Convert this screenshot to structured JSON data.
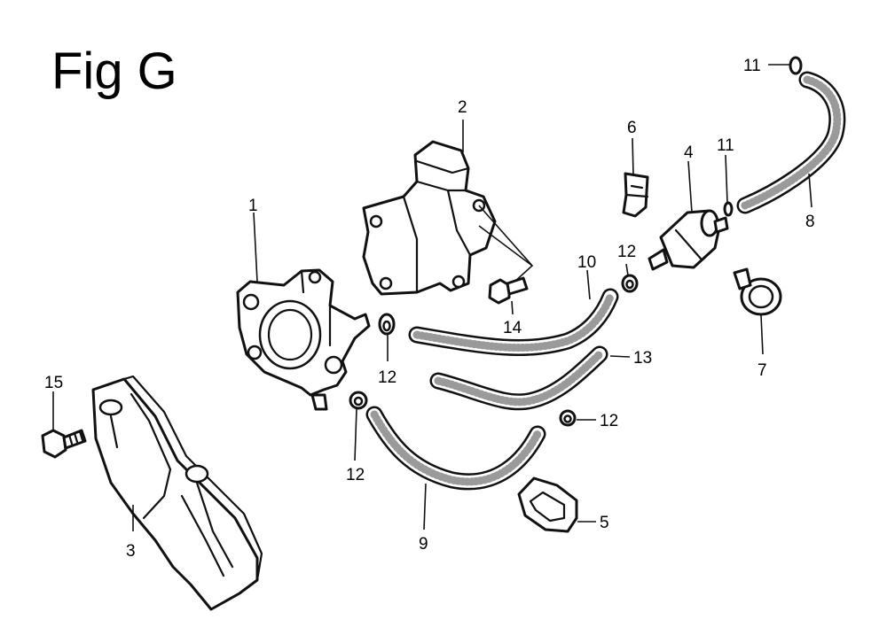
{
  "figure": {
    "title": "Fig G"
  },
  "callouts": {
    "c1": "1",
    "c2": "2",
    "c3": "3",
    "c4": "4",
    "c5": "5",
    "c6": "6",
    "c7": "7",
    "c8": "8",
    "c9": "9",
    "c10": "10",
    "c11a": "11",
    "c11b": "11",
    "c12a": "12",
    "c12b": "12",
    "c12c": "12",
    "c12d": "12",
    "c13": "13",
    "c14": "14",
    "c15": "15"
  }
}
